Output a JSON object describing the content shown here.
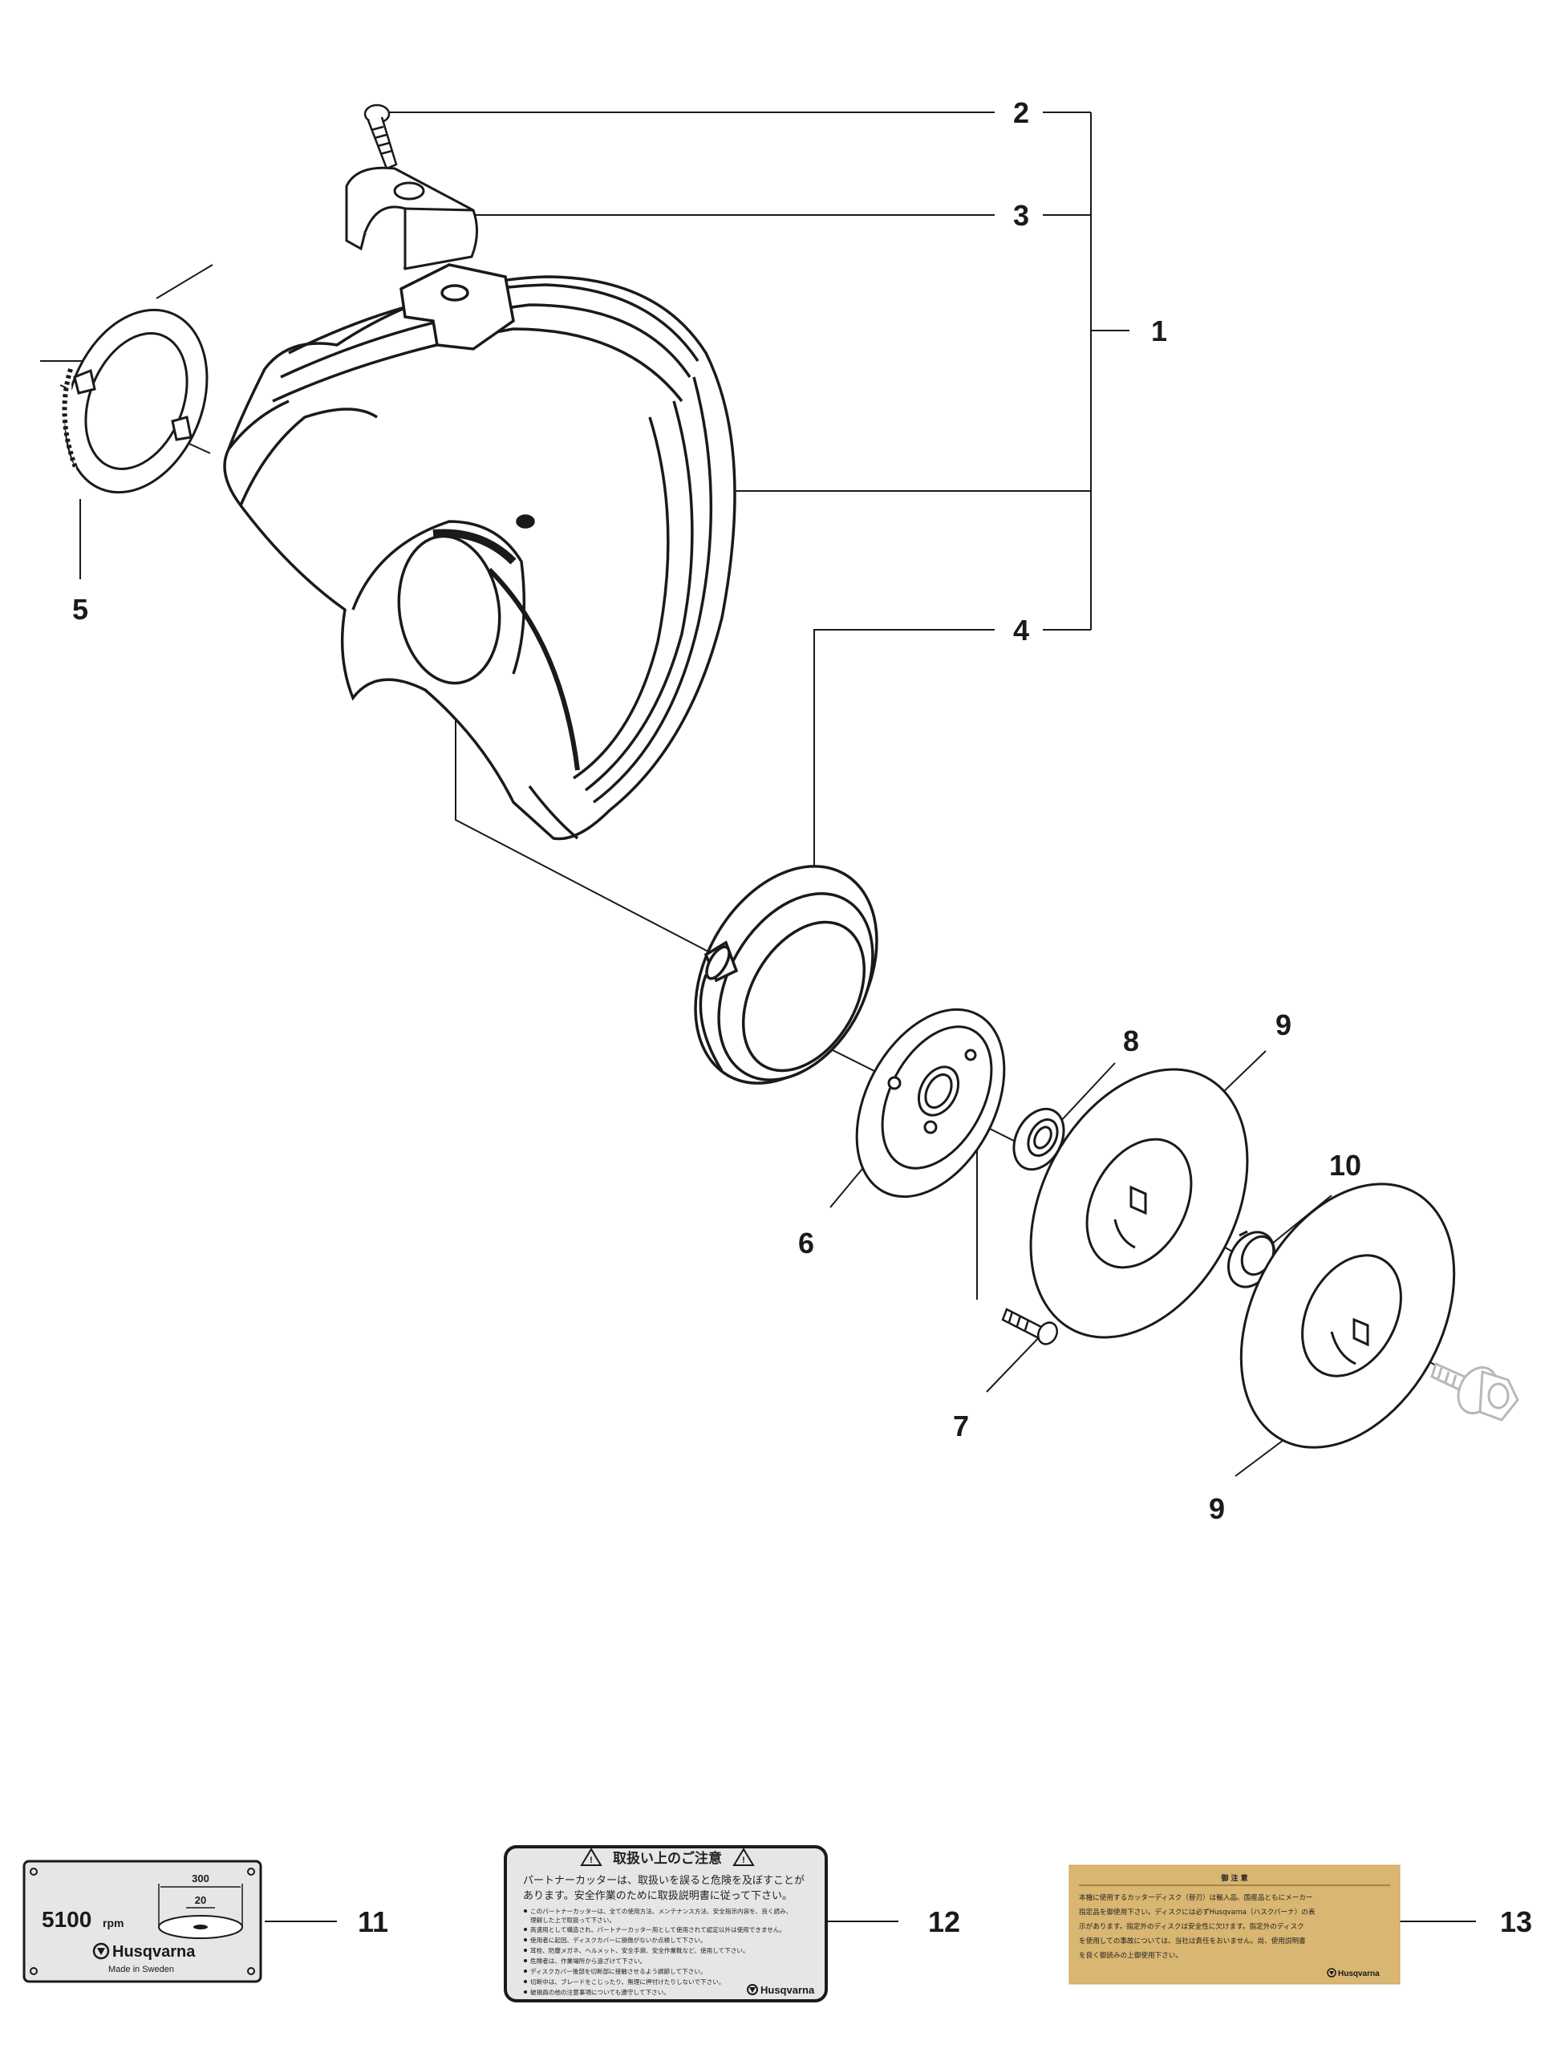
{
  "callouts": {
    "c1": "1",
    "c2": "2",
    "c3": "3",
    "c4": "4",
    "c5": "5",
    "c6": "6",
    "c7": "7",
    "c8": "8",
    "c9a": "9",
    "c9b": "9",
    "c10": "10",
    "c11": "11",
    "c12": "12",
    "c13": "13"
  },
  "label11": {
    "rpm_value": "5100",
    "rpm_unit": "rpm",
    "dim_outer": "300",
    "dim_inner": "20",
    "brand": "Husqvarna",
    "made_in": "Made in Sweden"
  },
  "label12": {
    "title": "取扱い上のご注意",
    "intro_1": "パートナーカッターは、取扱いを誤ると危険を及ぼすことが",
    "intro_2": "あります。安全作業のために取扱説明書に従って下さい。",
    "bullet_1": "このパートナーカッターは、全ての使用方法、メンテナンス方法、安全指示内容を、良く読み、",
    "bullet_1b": "理解した上で取扱って下さい。",
    "bullet_2": "高速用として構造され、パートナーカッター用として使用されて認定以外は使用できません。",
    "bullet_3": "使用者に起因、ディスクカバーに損傷がないか点検して下さい。",
    "bullet_4": "耳栓、防塵メガネ、ヘルメット、安全手袋、安全作業靴など、使用して下さい。",
    "bullet_5": "危険者は、作業場所から遠ざけて下さい。",
    "bullet_6": "ディスクカバー後部を切断部に接触させるよう調節して下さい。",
    "bullet_7": "切断中は、ブレードをこじったり、無理に押付けたりしないで下さい。",
    "bullet_8": "破損員の他の注意事項についても遵守して下さい。",
    "brand": "Husqvarna"
  },
  "label13": {
    "title": "御 注 意",
    "line_1": "本機に使用するカッターディスク（替刃）は輸入品、国産品ともにメーカー",
    "line_2": "指定品を御使用下さい。ディスクには必ずHusqvarna（ハスクバーナ）の表",
    "line_3": "示があります。指定外のディスクは安全性に欠けます。指定外のディスク",
    "line_4": "を使用しての事故については、当社は責任をおいません。尚、使用説明書",
    "line_5": "を良く御読みの上御使用下さい。",
    "brand": "Husqvarna"
  },
  "colors": {
    "line": "#1a1a1a",
    "label13_bg": "#d9b671",
    "label_plate_bg": "#e6e6e6",
    "grey_part": "#b8b8b8"
  }
}
